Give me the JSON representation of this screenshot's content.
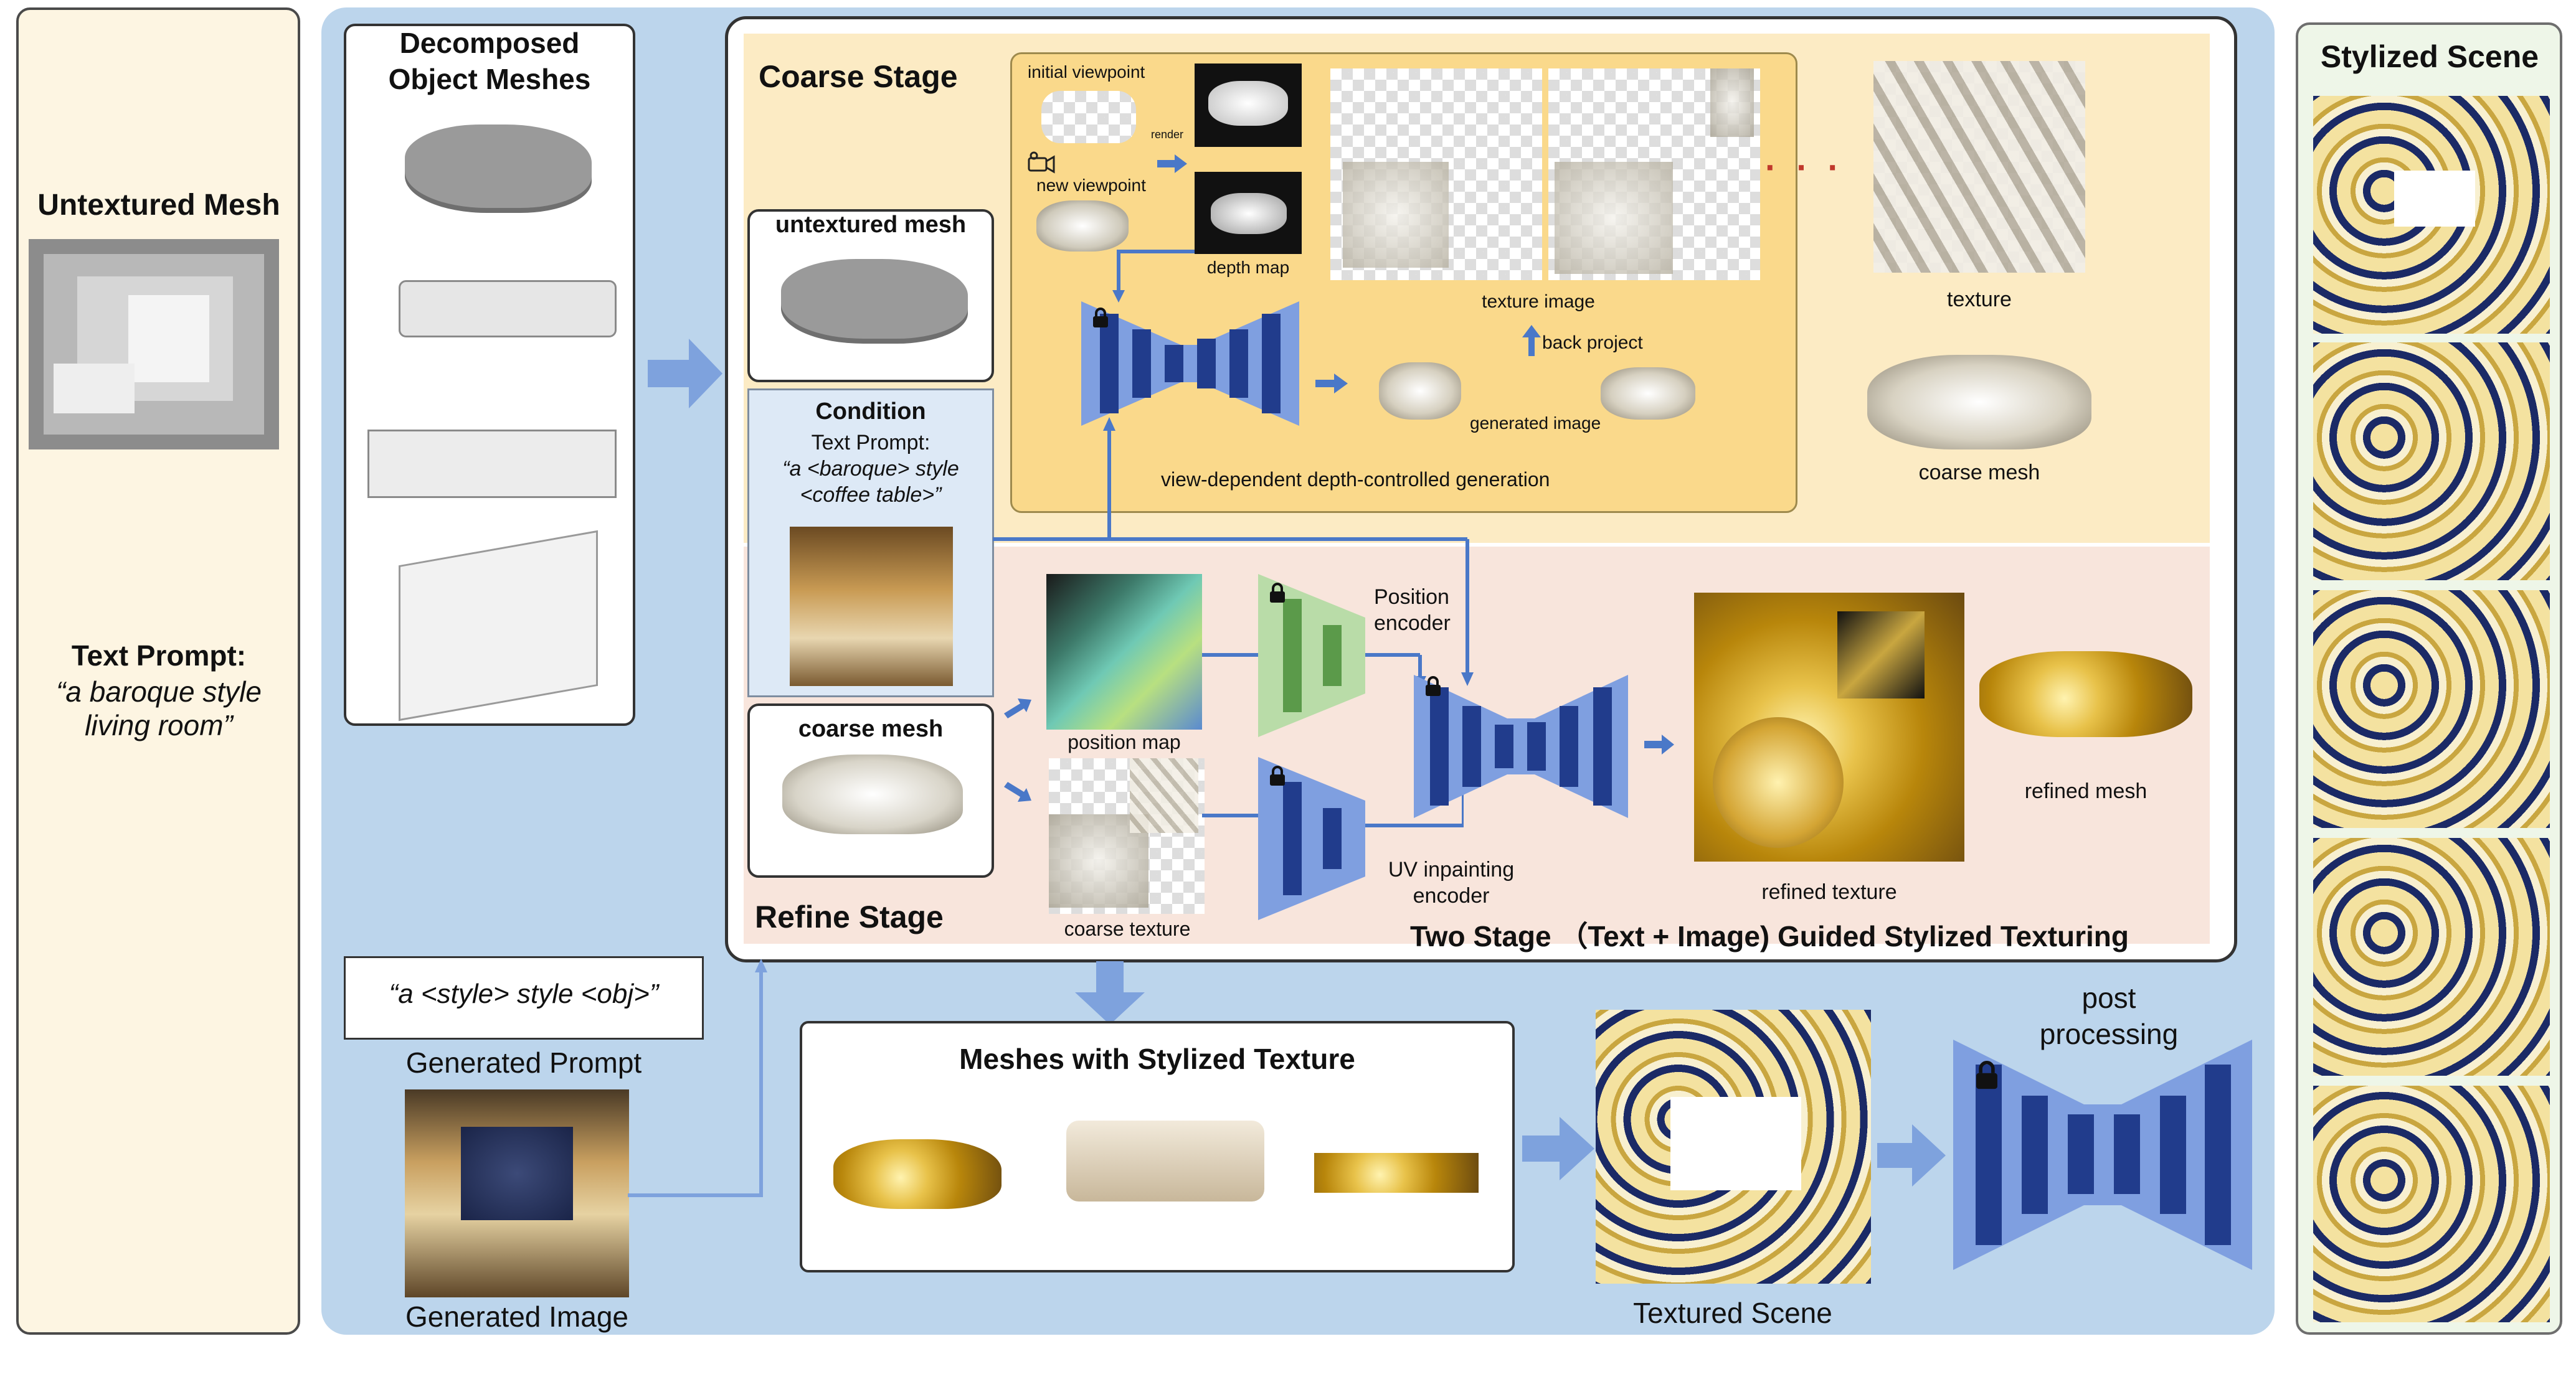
{
  "left": {
    "mesh_title": "Untextured Mesh",
    "prompt_title": "Text Prompt:",
    "prompt_line1": "“a baroque style",
    "prompt_line2": "living room”"
  },
  "decomposed": {
    "title_line1": "Decomposed",
    "title_line2": "Object Meshes"
  },
  "coarse": {
    "stage_title": "Coarse Stage",
    "untextured_mesh": "untextured mesh",
    "condition_title": "Condition",
    "condition_text": "Text Prompt:",
    "condition_prompt_line1": "“a <baroque> style",
    "condition_prompt_line2": "<coffee table>”",
    "initial_viewpoint": "initial viewpoint",
    "render": "render",
    "new_viewpoint": "new viewpoint",
    "depth_map": "depth map",
    "texture_image": "texture image",
    "back_project": "back project",
    "generated_image": "generated image",
    "view_dependent": "view-dependent depth-controlled generation",
    "texture": "texture",
    "coarse_mesh": "coarse mesh",
    "dots": "· · ·"
  },
  "refine": {
    "stage_title": "Refine Stage",
    "coarse_mesh": "coarse mesh",
    "position_map": "position map",
    "coarse_texture": "coarse texture",
    "position_encoder_line1": "Position",
    "position_encoder_line2": "encoder",
    "uv_encoder_line1": "UV inpainting",
    "uv_encoder_line2": "encoder",
    "refined_texture": "refined texture",
    "refined_mesh": "refined mesh",
    "two_stage_title": "Two Stage （Text + Image) Guided Stylized Texturing"
  },
  "bottom": {
    "generated_prompt_template": "“a <style> style <obj>”",
    "generated_prompt_label": "Generated Prompt",
    "generated_image_label": "Generated Image",
    "meshes_title": "Meshes with Stylized Texture",
    "textured_scene": "Textured Scene",
    "post_line1": "post",
    "post_line2": "processing"
  },
  "right": {
    "title": "Stylized Scene"
  },
  "colors": {
    "arrow_blue": "#5e87d6",
    "unet_fill": "#7f9fe0",
    "unet_bar": "#213c8c",
    "pos_encoder_fill": "#b9dca8",
    "pos_encoder_bar": "#5b9a4a",
    "coarse_bg": "#fcebc4",
    "refine_bg": "#f8e5dc",
    "main_bg": "#bcd5ec"
  },
  "icons": [
    "lock-icon",
    "camera-icon",
    "arrow-right-icon",
    "arrow-down-icon",
    "arrow-up-icon"
  ]
}
